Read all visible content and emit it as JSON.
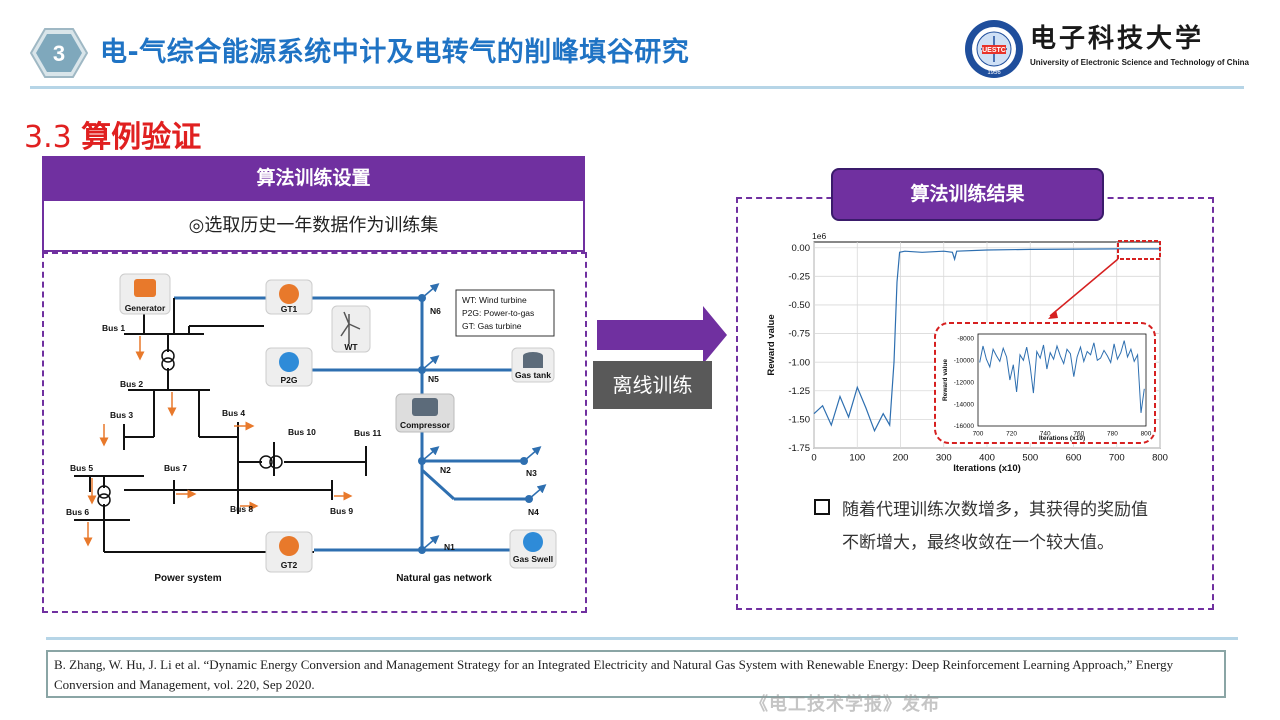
{
  "header": {
    "section_number": "3",
    "title": "电-气综合能源系统中计及电转气的削峰填谷研究",
    "logo": {
      "seal_text": "UESTC",
      "seal_year": "1956",
      "name_cn": "电子科技大学",
      "name_en": "University of Electronic Science and Technology of China"
    }
  },
  "subsection": {
    "number": "3.3",
    "title": "算例验证"
  },
  "left_panel": {
    "header": "算法训练设置",
    "subtitle": "◎选取历史一年数据作为训练集",
    "diagram": {
      "legend": [
        "WT: Wind turbine",
        "P2G: Power-to-gas",
        "GT: Gas turbine"
      ],
      "units": [
        "Generator",
        "GT1",
        "WT",
        "P2G",
        "GT2",
        "Compressor",
        "Gas tank",
        "Gas Swell"
      ],
      "buses": [
        "Bus 1",
        "Bus 2",
        "Bus 3",
        "Bus 4",
        "Bus 5",
        "Bus 6",
        "Bus 7",
        "Bus 8",
        "Bus 9",
        "Bus 10",
        "Bus 11"
      ],
      "gas_nodes": [
        "N1",
        "N2",
        "N3",
        "N4",
        "N5",
        "N6"
      ],
      "captions": [
        "Power system",
        "Natural gas network"
      ]
    }
  },
  "arrow_label": "离线训练",
  "right_panel": {
    "header": "算法训练结果",
    "bullet": "随着代理训练次数增多，其获得的奖励值不断增大，最终收敛在一个较大值。"
  },
  "chart_data": [
    {
      "type": "line",
      "scale_label": "1e6",
      "xlabel": "Iterations (x10)",
      "ylabel": "Reward value",
      "xlim": [
        0,
        800
      ],
      "ylim": [
        -1.75,
        0.05
      ],
      "xticks": [
        0,
        100,
        200,
        300,
        400,
        500,
        600,
        700,
        800
      ],
      "yticks": [
        0.0,
        -0.25,
        -0.5,
        -0.75,
        -1.0,
        -1.25,
        -1.5,
        -1.75
      ],
      "ytick_labels": [
        "0.00",
        "-0.25",
        "-0.50",
        "-0.75",
        "-1.00",
        "-1.25",
        "-1.50",
        "-1.75"
      ],
      "grid": true,
      "x": [
        0,
        20,
        40,
        60,
        80,
        100,
        120,
        140,
        160,
        175,
        185,
        192,
        198,
        210,
        250,
        300,
        320,
        325,
        330,
        400,
        500,
        600,
        700,
        800
      ],
      "values": [
        -1.45,
        -1.38,
        -1.55,
        -1.3,
        -1.48,
        -1.22,
        -1.4,
        -1.6,
        -1.45,
        -1.55,
        -1.0,
        -0.3,
        -0.04,
        -0.03,
        -0.04,
        -0.03,
        -0.04,
        -0.1,
        -0.03,
        -0.02,
        -0.015,
        -0.012,
        -0.01,
        -0.01
      ]
    },
    {
      "type": "line",
      "inset": true,
      "xlabel": "Iterations (x10)",
      "ylabel": "Reward value",
      "xlim": [
        700,
        800
      ],
      "ylim": [
        -16000,
        -7600
      ],
      "xticks": [
        700,
        720,
        740,
        760,
        780,
        800
      ],
      "yticks": [
        -8000,
        -10000,
        -12000,
        -14000,
        -16000
      ],
      "ytick_labels": [
        "-8000",
        "-10000",
        "-12000",
        "-14000",
        "-16000"
      ],
      "x": [
        701,
        703,
        705,
        707,
        709,
        711,
        713,
        715,
        717,
        719,
        721,
        723,
        725,
        727,
        729,
        731,
        733,
        735,
        737,
        739,
        741,
        743,
        745,
        747,
        749,
        751,
        753,
        755,
        757,
        759,
        761,
        763,
        765,
        767,
        769,
        771,
        773,
        775,
        777,
        779,
        781,
        783,
        785,
        787,
        789,
        791,
        793,
        795,
        797,
        799
      ],
      "values": [
        -10200,
        -8700,
        -9900,
        -10600,
        -9000,
        -9600,
        -10100,
        -8900,
        -9700,
        -11800,
        -10400,
        -12900,
        -9500,
        -10000,
        -8800,
        -10500,
        -13000,
        -9200,
        -9800,
        -8600,
        -10800,
        -9300,
        -9900,
        -8700,
        -9600,
        -10300,
        -9000,
        -9400,
        -11500,
        -9700,
        -8800,
        -10100,
        -9200,
        -9500,
        -8400,
        -10000,
        -9800,
        -9100,
        -9600,
        -10200,
        -8500,
        -9900,
        -9300,
        -8200,
        -9700,
        -9000,
        -10100,
        -9500,
        -14800,
        -12600
      ]
    }
  ],
  "footer": {
    "reference": "B. Zhang, W. Hu, J. Li et al. “Dynamic Energy Conversion and Management Strategy for an Integrated Electricity and Natural Gas System with Renewable Energy: Deep Reinforcement Learning Approach,” Energy Conversion and Management, vol. 220, Sep 2020.",
    "watermark": "《电工技术学报》发布"
  },
  "colors": {
    "title": "#1f73c4",
    "accent": "#7030a0",
    "section": "#e02020",
    "line_blue": "#2e6fb0"
  }
}
